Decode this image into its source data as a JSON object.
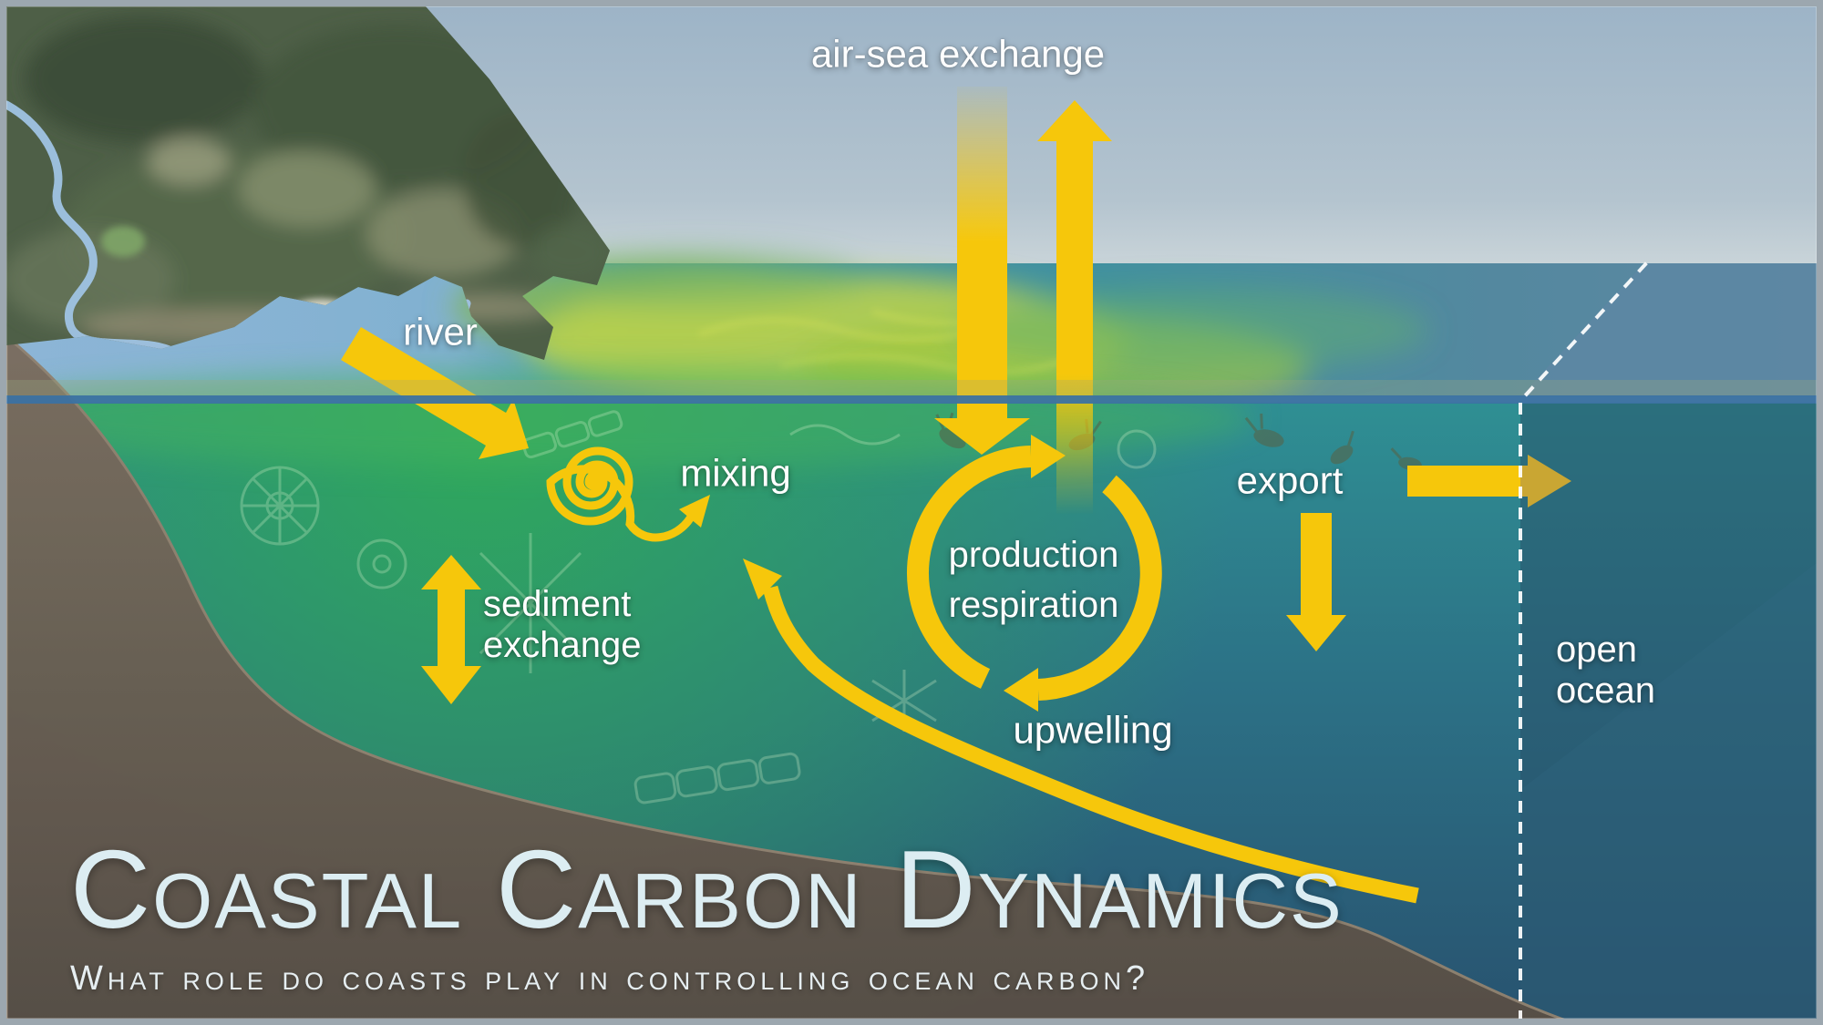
{
  "diagram": {
    "title": "Coastal Carbon Dynamics",
    "subtitle": "What role do coasts play in controlling ocean carbon?",
    "labels": {
      "air_sea_exchange": "air-sea exchange",
      "river": "river",
      "mixing": "mixing",
      "sediment_line1": "sediment",
      "sediment_line2": "exchange",
      "production": "production",
      "respiration": "respiration",
      "export": "export",
      "upwelling": "upwelling",
      "open_line1": "open",
      "open_line2": "ocean"
    },
    "processes": [
      "air-sea exchange",
      "river",
      "mixing",
      "sediment exchange",
      "production / respiration cycle",
      "export",
      "upwelling"
    ],
    "regions": [
      "land",
      "river estuary",
      "coastal ocean",
      "open ocean",
      "sediment"
    ],
    "colors": {
      "arrow_yellow": "#F6C70B",
      "arrow_faded": "#C9A633",
      "sky_top": "#9DB4C7",
      "sky_horizon": "#C6D2D8",
      "surface_teal": "#3D97AE",
      "surface_gray_blue": "#5D87A3",
      "coastal_blue": "#8CB5D6",
      "plume_green": "#B9D14F",
      "underwater_green": "#2FAA58",
      "deep_blue": "#28526F",
      "seafloor_brown": "#6E6257",
      "label_text": "#FFFFFF",
      "title_text": "#DCEDF2",
      "boundary_dash": "#FFFFFF"
    }
  }
}
